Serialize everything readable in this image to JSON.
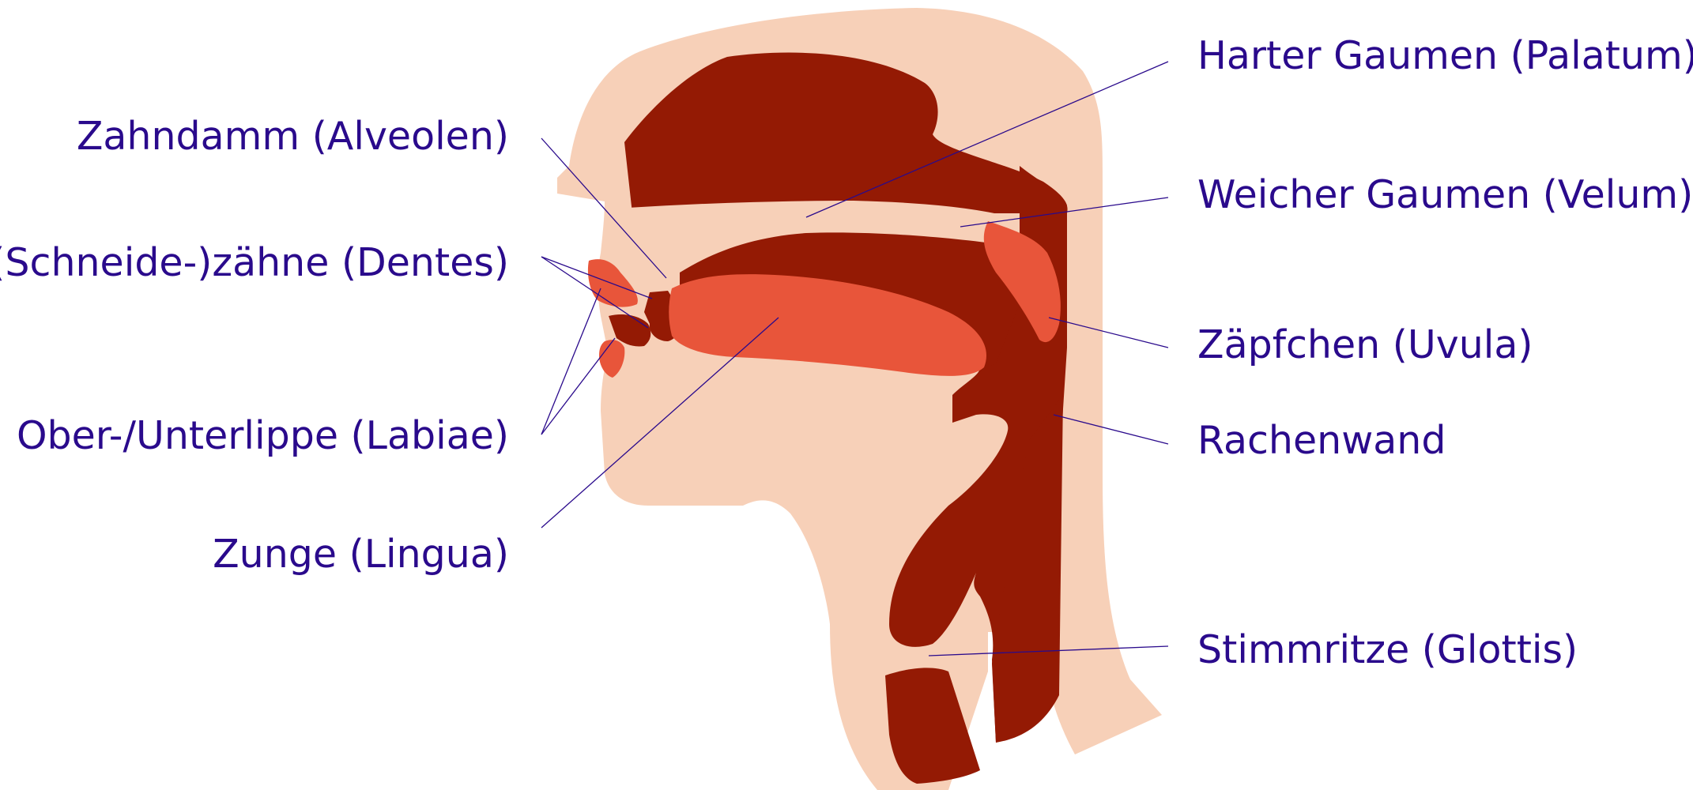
{
  "colors": {
    "skin": "#f7d0b8",
    "cavity": "#941a04",
    "tissue": "#e8553a",
    "label_text": "#2a0a8c",
    "leader_line": "#2a0a8c"
  },
  "labels": {
    "harter_gaumen": "Harter Gaumen (Palatum)",
    "weicher_gaumen": "Weicher Gaumen (Velum)",
    "zaepfchen": "Zäpfchen (Uvula)",
    "rachenwand": "Rachenwand",
    "stimmritze": "Stimmritze (Glottis)",
    "zahndamm": "Zahndamm (Alveolen)",
    "zaehne": "(Schneide-)zähne (Dentes)",
    "lippen": "Ober-/Unterlippe (Labiae)",
    "zunge": "Zunge (Lingua)"
  }
}
